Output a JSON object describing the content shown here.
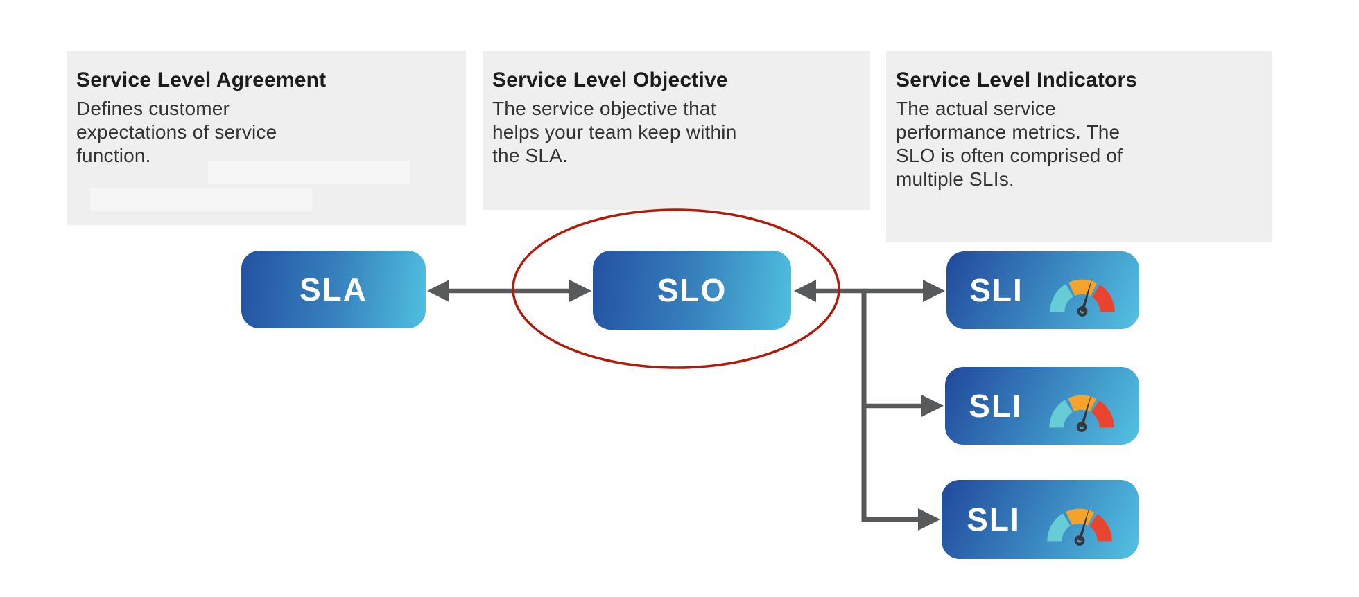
{
  "diagram": {
    "descriptions": [
      {
        "title": "Service Level Agreement",
        "body": "Defines customer\nexpectations of service\nfunction."
      },
      {
        "title": "Service Level Objective",
        "body": "The service objective that\nhelps your team keep within\nthe SLA."
      },
      {
        "title": "Service Level Indicators",
        "body": "The actual service\nperformance metrics. The\nSLO is often comprised of\nmultiple SLIs."
      }
    ],
    "nodes": {
      "sla_label": "SLA",
      "slo_label": "SLO",
      "sli_label": "SLI"
    },
    "colors": {
      "description_box_bg": "#efefef",
      "node_gradient_start": "#2352a2",
      "node_gradient_end": "#4fbfdf",
      "node_text": "#ffffff",
      "connector_gray": "#58595b",
      "highlight_ellipse_red": "#b01c0c",
      "gauge_teal": "#66ccd6",
      "gauge_orange": "#f5a32a",
      "gauge_red": "#e8442e",
      "gauge_needle": "#33373c"
    },
    "icons": {
      "gauge": "gauge-icon"
    }
  }
}
